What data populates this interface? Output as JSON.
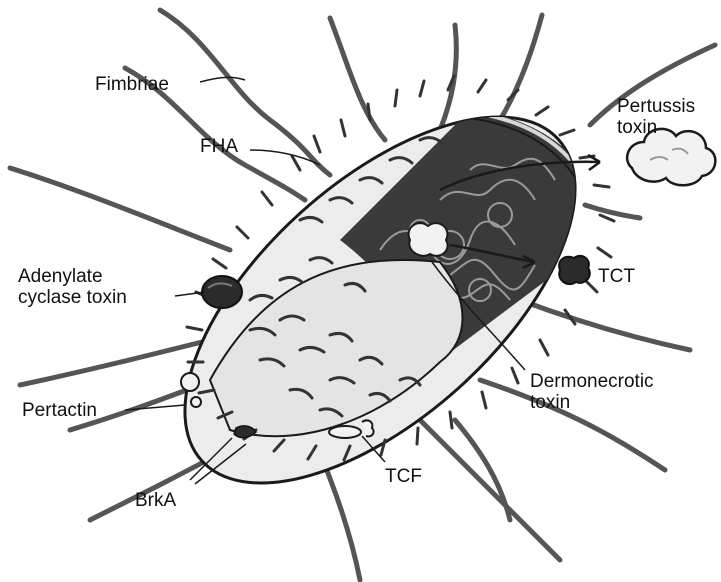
{
  "labels": {
    "fimbriae": "Fimbriae",
    "fha": "FHA",
    "pertussis_toxin": [
      "Pertussis",
      "toxin"
    ],
    "adenylate_cyclase_toxin": [
      "Adenylate",
      "cyclase toxin"
    ],
    "tct": "TCT",
    "pertactin": "Pertactin",
    "dermonecrotic_toxin": [
      "Dermonecrotic",
      "toxin"
    ],
    "brka": "BrkA",
    "tcf": "TCF"
  },
  "colors": {
    "outline": "#1a1a1a",
    "cell_fill": "#ececec",
    "fimbria": "#555555",
    "cytoplasm": "#3a3a3a",
    "toxin_dark": "#2b2b2b",
    "toxin_light": "#f2f2f2"
  }
}
